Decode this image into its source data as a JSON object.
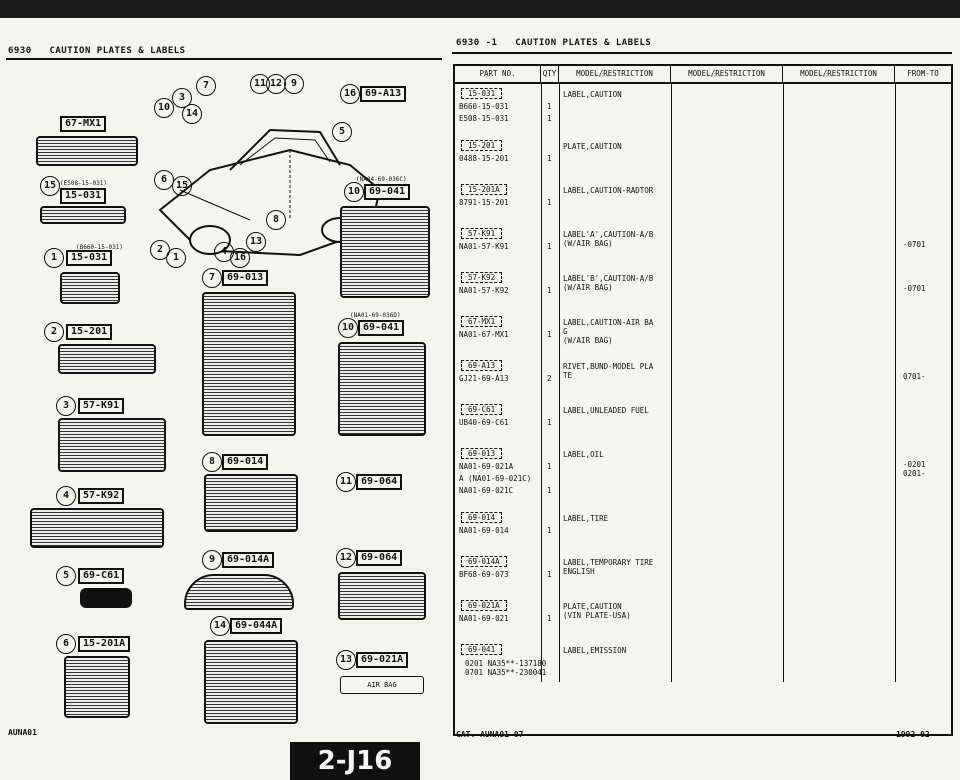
{
  "left_header": {
    "code": "6930",
    "title": "CAUTION PLATES & LABELS"
  },
  "right_header": {
    "code": "6930 -1",
    "title": "CAUTION PLATES & LABELS"
  },
  "left_labels": [
    {
      "code": "67-MX1"
    },
    {
      "code": "15-031"
    },
    {
      "code": "15-031"
    },
    {
      "code": "15-201"
    },
    {
      "code": "57-K91"
    },
    {
      "code": "57-K92"
    },
    {
      "code": "69-C61"
    },
    {
      "code": "15-201A"
    },
    {
      "code": "69-A13"
    },
    {
      "code": "69-041"
    },
    {
      "code": "69-013"
    },
    {
      "code": "69-041"
    },
    {
      "code": "69-014"
    },
    {
      "code": "69-064"
    },
    {
      "code": "69-014A"
    },
    {
      "code": "69-064"
    },
    {
      "code": "69-044A"
    },
    {
      "code": "69-021A"
    }
  ],
  "left_tags": {
    "t1": "(E508-15-031)",
    "t2": "(B660-15-031)",
    "t3": "(NA04-69-036C)",
    "t4": "(NA01-69-036D)",
    "t5": "AIR BAG"
  },
  "table": {
    "columns": [
      "PART NO.",
      "QTY",
      "MODEL/RESTRICTION",
      "MODEL/RESTRICTION",
      "MODEL/RESTRICTION",
      "FROM-TO"
    ],
    "rows": [
      {
        "group": "15-031",
        "parts": [
          "B660-15-031",
          "E508-15-031"
        ],
        "qty": [
          "1",
          "1"
        ],
        "desc": "LABEL,CAUTION",
        "fromto": ""
      },
      {
        "group": "15-201",
        "parts": [
          "0488-15-201"
        ],
        "qty": [
          "1"
        ],
        "desc": "PLATE,CAUTION",
        "fromto": ""
      },
      {
        "group": "15-201A",
        "parts": [
          "8791-15-201"
        ],
        "qty": [
          "1"
        ],
        "desc": "LABEL,CAUTION-RADTOR",
        "fromto": ""
      },
      {
        "group": "57-K91",
        "parts": [
          "NA01-57-K91"
        ],
        "qty": [
          "1"
        ],
        "desc": "LABEL'A',CAUTION-A/B\n(W/AIR BAG)",
        "fromto": "-0701"
      },
      {
        "group": "57-K92",
        "parts": [
          "NA01-57-K92"
        ],
        "qty": [
          "1"
        ],
        "desc": "LABEL'B',CAUTION-A/B\n(W/AIR BAG)",
        "fromto": "-0701"
      },
      {
        "group": "67-MX1",
        "parts": [
          "NA01-67-MX1"
        ],
        "qty": [
          "1"
        ],
        "desc": "LABEL,CAUTION-AIR BA\nG\n(W/AIR BAG)",
        "fromto": ""
      },
      {
        "group": "69-A13",
        "parts": [
          "GJ21-69-A13"
        ],
        "qty": [
          "2"
        ],
        "desc": "RIVET,BUND-MODEL PLA\nTE",
        "fromto": "0701-"
      },
      {
        "group": "69-C61",
        "parts": [
          "UB40-69-C61"
        ],
        "qty": [
          "1"
        ],
        "desc": "LABEL,UNLEADED FUEL",
        "fromto": ""
      },
      {
        "group": "69-013",
        "parts": [
          "NA01-69-021A",
          "A (NA01-69-021C)",
          "NA01-69-021C"
        ],
        "qty": [
          "1",
          "",
          "1"
        ],
        "desc": "LABEL,OIL",
        "fromto": "-0201\n0201-"
      },
      {
        "group": "69-014",
        "parts": [
          "NA01-69-014"
        ],
        "qty": [
          "1"
        ],
        "desc": "LABEL,TIRE",
        "fromto": ""
      },
      {
        "group": "69-014A",
        "parts": [
          "BF68-69-073"
        ],
        "qty": [
          "1"
        ],
        "desc": "LABEL,TEMPORARY TIRE\nENGLISH",
        "fromto": ""
      },
      {
        "group": "69-021A",
        "parts": [
          "NA01-69-021"
        ],
        "qty": [
          "1"
        ],
        "desc": "PLATE,CAUTION\n(VIN PLATE-USA)",
        "fromto": ""
      },
      {
        "group": "69-041",
        "parts": [],
        "qty": [],
        "desc": "LABEL,EMISSION",
        "fromto": ""
      }
    ],
    "footnotes": [
      "0201 NA35**-137180",
      "0701 NA35**-230041"
    ]
  },
  "footer": {
    "left": "AUNA01",
    "cat": "CAT. AUNA01-07",
    "date": "1992-02",
    "page": "2-J16"
  }
}
